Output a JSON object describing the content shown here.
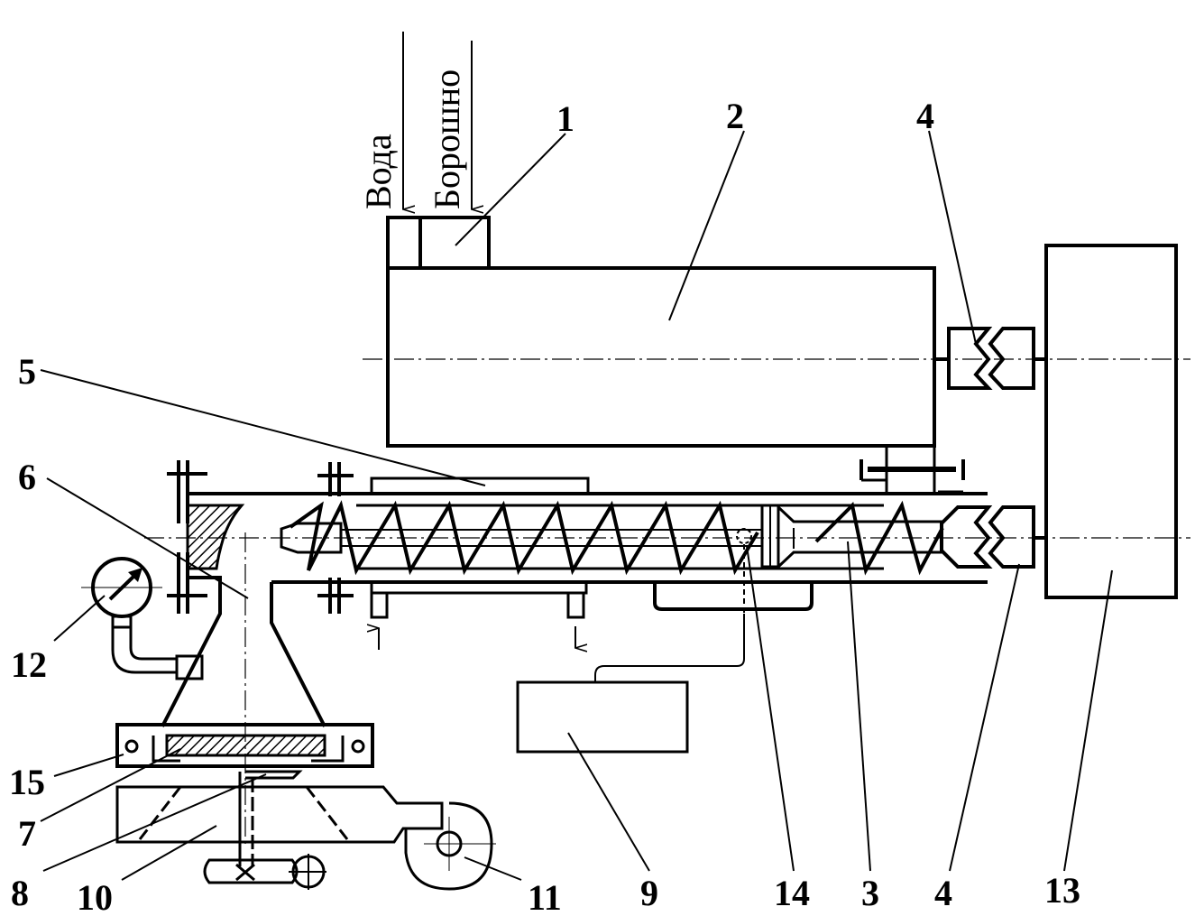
{
  "inlets": {
    "water": "Вода",
    "flour": "Борошно"
  },
  "labels": {
    "n1": "1",
    "n2": "2",
    "n4_top": "4",
    "n5": "5",
    "n6": "6",
    "n12": "12",
    "n15": "15",
    "n7": "7",
    "n8": "8",
    "n10": "10",
    "n11": "11",
    "n9": "9",
    "n14": "14",
    "n3": "3",
    "n4_bottom": "4",
    "n13": "13"
  }
}
